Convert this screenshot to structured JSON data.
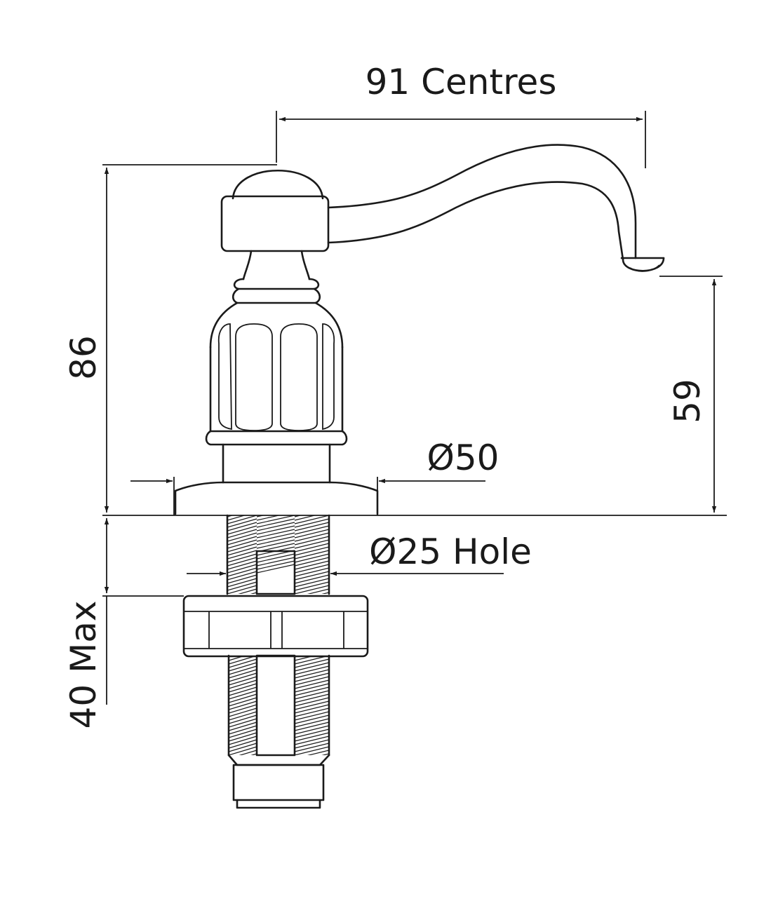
{
  "diagram": {
    "labels": {
      "width_centres": "91 Centres",
      "overall_height": "86",
      "spout_height": "59",
      "base_diameter": "Ø50",
      "hole_diameter": "Ø25 Hole",
      "max_thickness": "40 Max"
    },
    "colors": {
      "line": "#1a1a1a",
      "background": "#ffffff"
    }
  }
}
